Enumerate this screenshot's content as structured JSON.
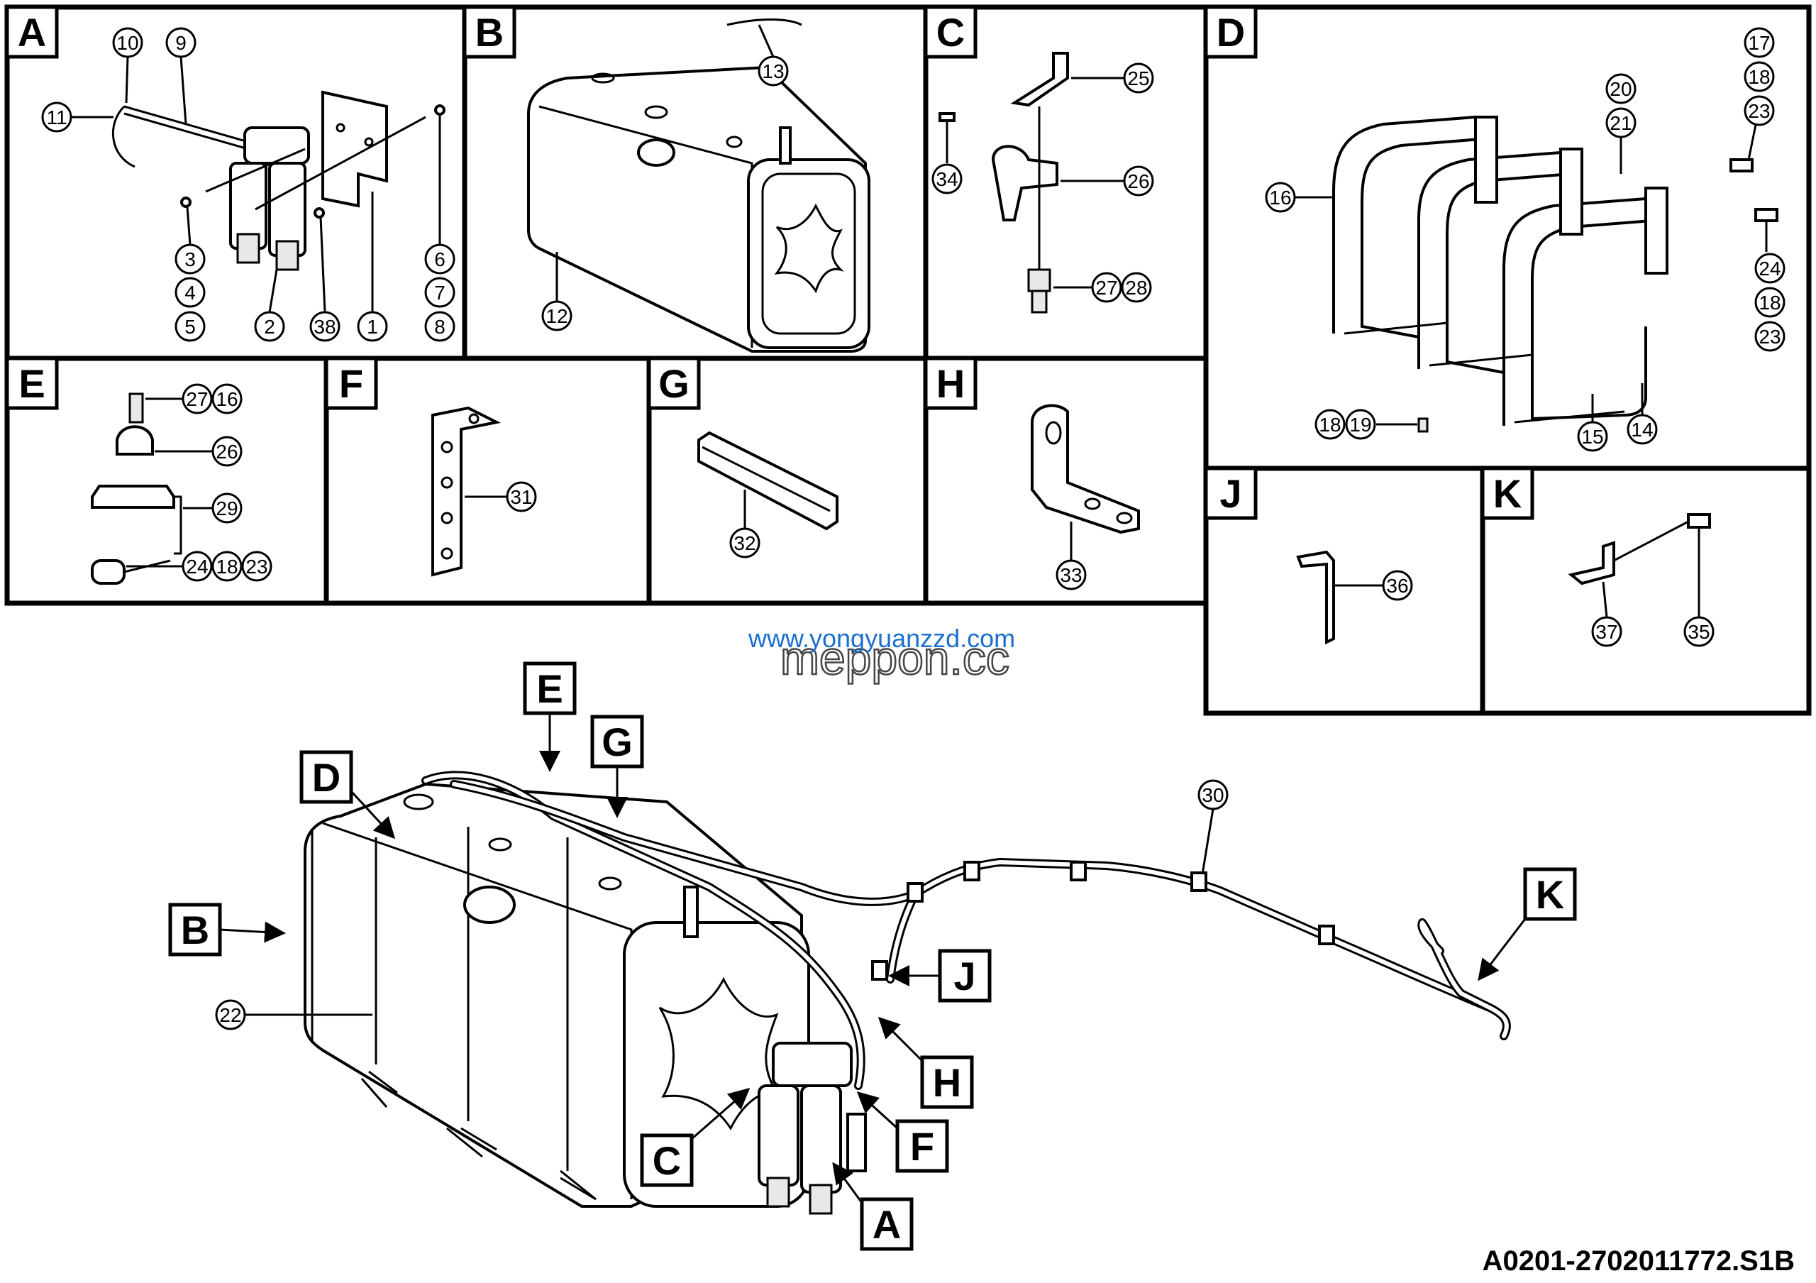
{
  "panels": [
    {
      "id": "A",
      "label": "A"
    },
    {
      "id": "B",
      "label": "B"
    },
    {
      "id": "C",
      "label": "C"
    },
    {
      "id": "D",
      "label": "D"
    },
    {
      "id": "E",
      "label": "E"
    },
    {
      "id": "F",
      "label": "F"
    },
    {
      "id": "G",
      "label": "G"
    },
    {
      "id": "H",
      "label": "H"
    },
    {
      "id": "J",
      "label": "J"
    },
    {
      "id": "K",
      "label": "K"
    }
  ],
  "callouts": {
    "a10": "10",
    "a9": "9",
    "a11": "11",
    "a3": "3",
    "a4": "4",
    "a5": "5",
    "a2": "2",
    "a38": "38",
    "a1": "1",
    "a6": "6",
    "a7": "7",
    "a8": "8",
    "b13": "13",
    "b12": "12",
    "c25": "25",
    "c34": "34",
    "c26": "26",
    "c27": "27",
    "c28": "28",
    "d17": "17",
    "d18a": "18",
    "d23a": "23",
    "d20": "20",
    "d21": "21",
    "d16": "16",
    "d24": "24",
    "d18b": "18",
    "d23b": "23",
    "d18c": "18",
    "d19": "19",
    "d15": "15",
    "d14": "14",
    "e27": "27",
    "e16": "16",
    "e26": "26",
    "e29": "29",
    "e24": "24",
    "e18": "18",
    "e23": "23",
    "f31": "31",
    "g32": "32",
    "h33": "33",
    "j36": "36",
    "k37": "37",
    "k35": "35",
    "m30": "30",
    "m22": "22"
  },
  "main_tags": {
    "E": "E",
    "G": "G",
    "D": "D",
    "B": "B",
    "K": "K",
    "J": "J",
    "H": "H",
    "F": "F",
    "C": "C",
    "A": "A"
  },
  "watermark": {
    "url_blue": "www.yongyuanzzd.com",
    "url_grey": "meppon.cc"
  },
  "drawing_code": "A0201-2702011772.S1B"
}
